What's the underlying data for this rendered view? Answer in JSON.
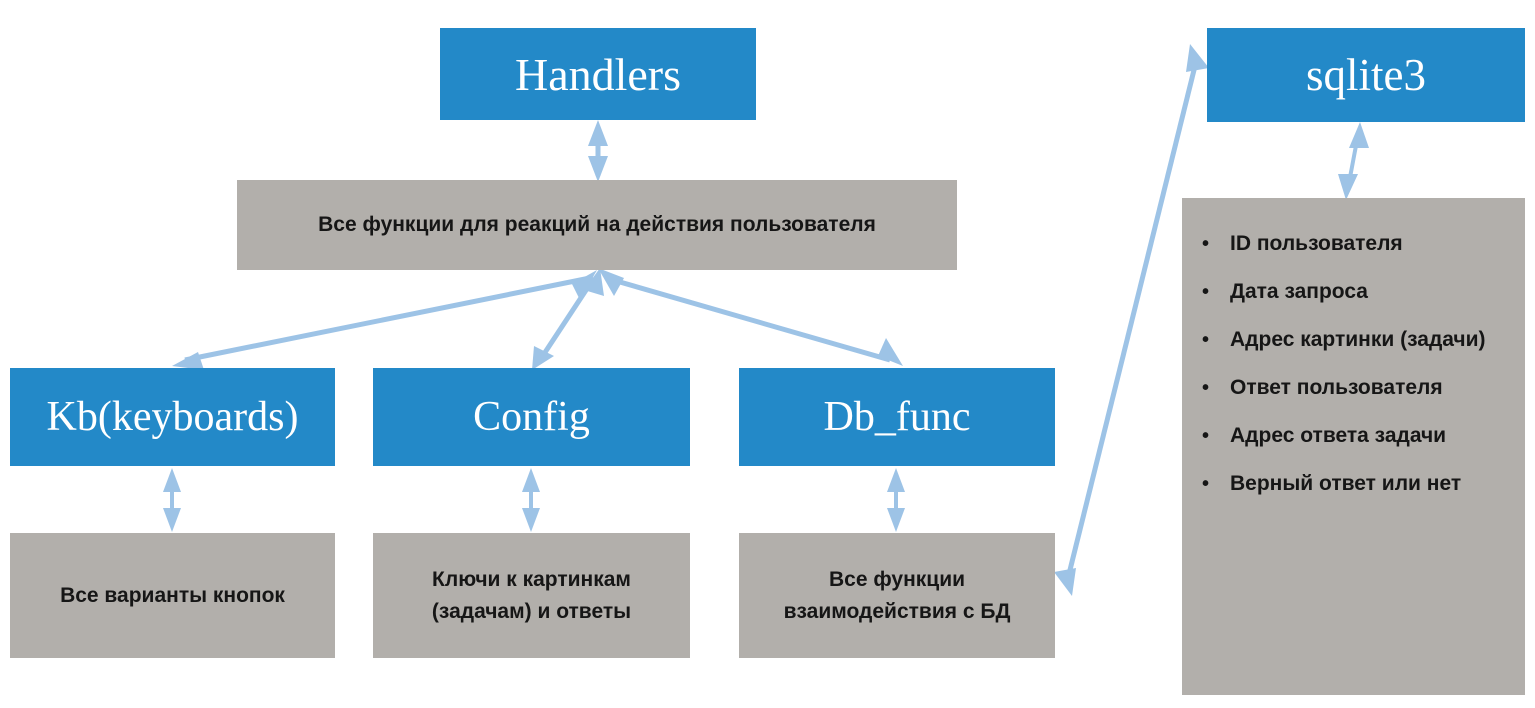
{
  "diagram": {
    "title_box": {
      "label": "Handlers"
    },
    "handlers_desc": {
      "label": "Все функции для реакций на действия  пользователя"
    },
    "modules": [
      {
        "name": "Kb(keyboards)",
        "description": "Все варианты кнопок"
      },
      {
        "name": "Config",
        "description": "Ключи к картинкам (задачам) и ответы"
      },
      {
        "name": "Db_func",
        "description": "Все функции взаимодействия с БД"
      }
    ],
    "database": {
      "name": "sqlite3",
      "fields": [
        "ID пользователя",
        "Дата запроса",
        "Адрес картинки (задачи)",
        "Ответ пользователя",
        "Адрес ответа задачи",
        "Верный ответ или нет"
      ]
    },
    "colors": {
      "box_blue": "#2389c8",
      "box_gray": "#b2afab",
      "arrow": "#9dc3e6",
      "text_light": "#ffffff",
      "text_dark": "#161616",
      "background": "#ffffff"
    }
  }
}
